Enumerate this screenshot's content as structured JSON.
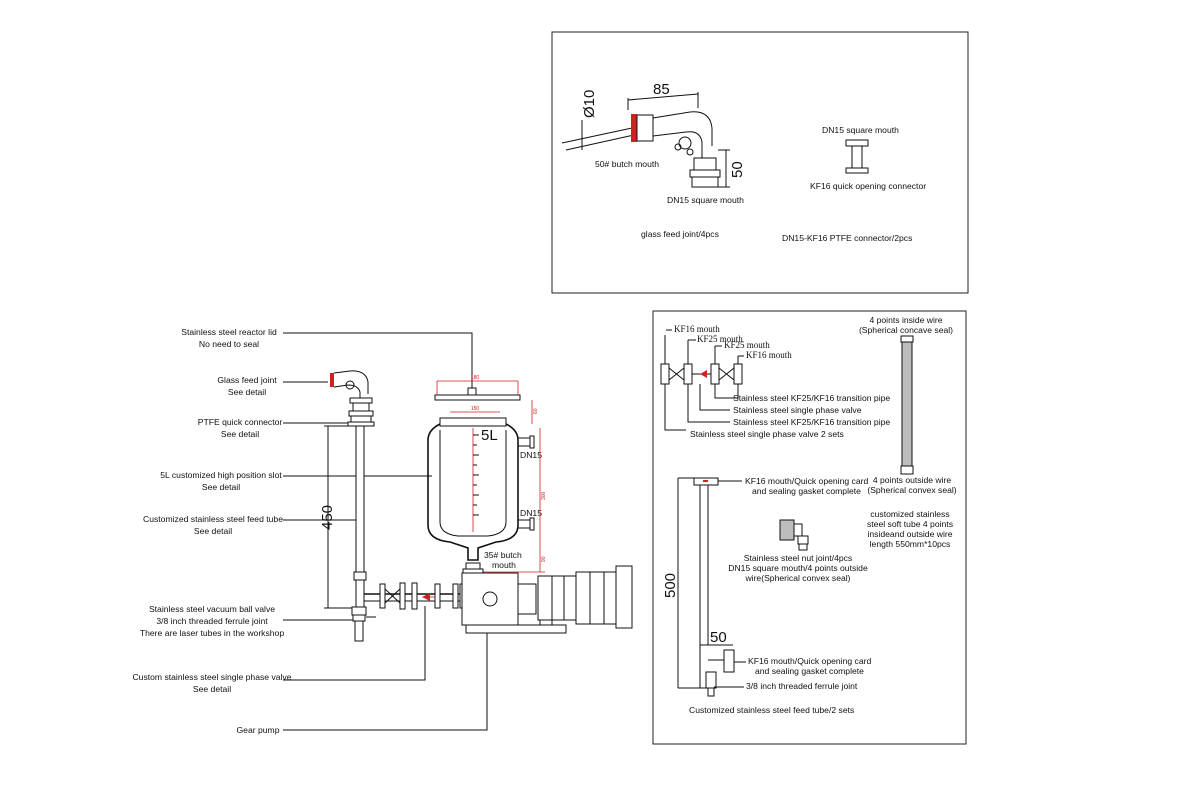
{
  "top_panel": {
    "dim_diameter": "Ø10",
    "dim_85": "85",
    "dim_50": "50",
    "label_butch_mouth": "50# butch mouth",
    "label_square_mouth": "DN15 square mouth",
    "caption_feed_joint": "glass feed joint/4pcs",
    "connector_top_label": "DN15 square mouth",
    "connector_bottom_label": "KF16 quick opening connector",
    "caption_connector": "DN15-KF16 PTFE connector/2pcs"
  },
  "main": {
    "callouts": [
      {
        "line1": "Stainless steel reactor lid",
        "line2": "No need to seal"
      },
      {
        "line1": "Glass feed joint",
        "line2": "See detail"
      },
      {
        "line1": "PTFE quick connector",
        "line2": "See detail"
      },
      {
        "line1": "5L customized high position slot",
        "line2": "See detail"
      },
      {
        "line1": "Customized stainless steel feed tube",
        "line2": "See detail"
      },
      {
        "line1": "Stainless steel vacuum ball valve",
        "line2": "3/8 inch threaded ferrule  joint",
        "line3": "There are laser tubes in the workshop"
      },
      {
        "line1": "Custom stainless steel single phase valve",
        "line2": "See detail"
      },
      {
        "line1": "Gear pump",
        "line2": ""
      }
    ],
    "dim_450": "450",
    "vessel_label": "5L",
    "dn15_upper": "DN15",
    "dn15_lower": "DN15",
    "butch_line1": "35# butch",
    "butch_line2": "mouth",
    "red_dims": {
      "d180": "180",
      "d150": "150",
      "d60": "60",
      "d300": "300",
      "d90": "90"
    }
  },
  "right_panel": {
    "kf16_a": "KF16 mouth",
    "kf25_a": "KF25 mouth",
    "kf25_b": "KF25 mouth",
    "kf16_b": "KF16 mouth",
    "transition_1": "Stainless steel KF25/KF16 transition pipe",
    "single_valve": "Stainless steel single phase valve",
    "transition_2": "Stainless steel KF25/KF16 transition pipe",
    "valve_caption": "Stainless steel single phase valve 2 sets",
    "wire_top_1": "4 points inside wire",
    "wire_top_2": "(Spherical concave seal)",
    "wire_bottom_1": "4 points outside wire",
    "wire_bottom_2": "(Spherical convex seal)",
    "soft_tube": [
      "customized stainless",
      "steel soft tube 4 points",
      "insideand outside wire",
      "length 550mm*10pcs"
    ],
    "kf16_top_1": "KF16 mouth/Quick opening card",
    "kf16_top_2": "and sealing gasket complete",
    "nut_joint": [
      "Stainless steel nut joint/4pcs",
      "DN15 square mouth/4 points outside",
      "wire(Spherical convex seal)"
    ],
    "dim_500": "500",
    "dim_50": "50",
    "kf16_bot_1": "KF16 mouth/Quick opening card",
    "kf16_bot_2": "and sealing gasket complete",
    "ferrule": "3/8 inch threaded ferrule joint",
    "feed_caption": "Customized stainless steel feed tube/2 sets"
  },
  "colors": {
    "accent": "#cc2222",
    "line": "#111111",
    "gray": "#bdbdbd"
  }
}
